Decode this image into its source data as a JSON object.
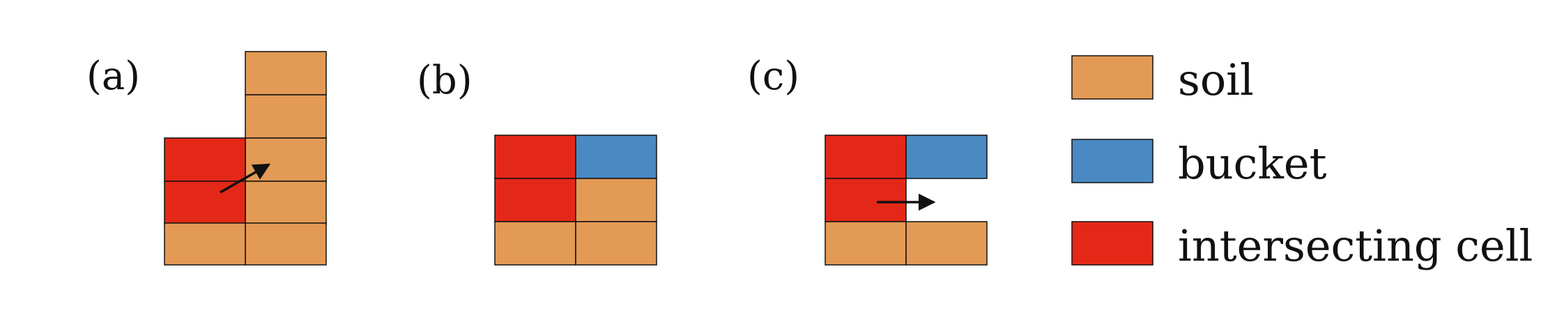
{
  "panels": [
    {
      "label": "(a)"
    },
    {
      "label": "(b)"
    },
    {
      "label": "(c)"
    }
  ],
  "legend": [
    {
      "label": "soil",
      "color": "#e39a55"
    },
    {
      "label": "bucket",
      "color": "#4a89c2"
    },
    {
      "label": "intersecting cell",
      "color": "#e42818"
    }
  ],
  "colors": {
    "soil": "#e39a55",
    "bucket": "#4a89c2",
    "intersecting": "#e42818",
    "outline": "#111111"
  }
}
